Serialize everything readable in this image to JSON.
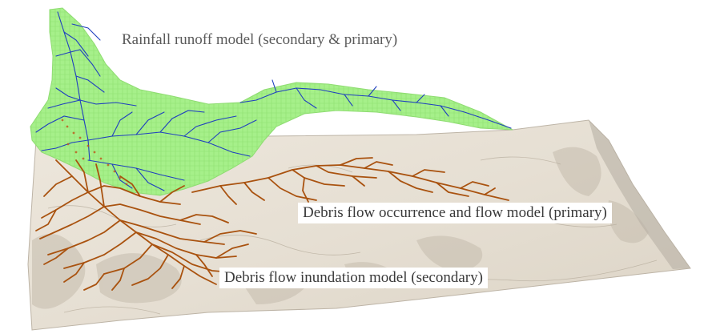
{
  "labels": {
    "rainfall_runoff": "Rainfall runoff model (secondary & primary)",
    "occurrence": "Debris flow occurrence and flow model (primary)",
    "inundation": "Debris flow inundation model (secondary)"
  },
  "colors": {
    "terrain": "#e6dfd3",
    "terrain_shadow": "#c9c1b3",
    "runoff_area": "#a6f08a",
    "runoff_streams": "#1f3fbf",
    "debris_channels": "#a9520f",
    "label_text": "#3a3a3a"
  }
}
